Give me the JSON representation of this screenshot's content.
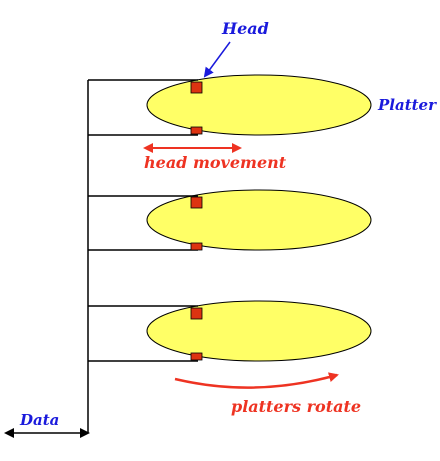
{
  "labels": {
    "head": "Head",
    "platter": "Platter",
    "head_movement": "head movement",
    "platters_rotate": "platters rotate",
    "data": "Data"
  },
  "colors": {
    "platter_fill": "#ffff66",
    "head_fill": "#dd3311",
    "label_blue": "#1a1adc",
    "label_red": "#ee3322",
    "line": "#000000"
  }
}
